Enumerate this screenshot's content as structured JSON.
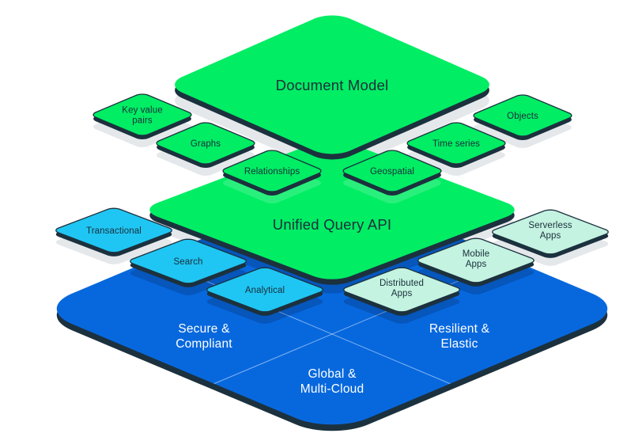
{
  "stack": {
    "colors": {
      "green": "#00ED64",
      "cyan": "#1FC6F3",
      "mint": "#C4F3E1",
      "blue": "#0768DE",
      "edge_dark": "#1C313E",
      "ink_dark": "#1A2E3A",
      "ink_light": "#FFFFFF",
      "ghost_gray": "#E5E8EB"
    },
    "top_layer": {
      "label": "Document Model"
    },
    "middle_layer": {
      "label": "Unified Query API"
    },
    "base_layer": {
      "sections": [
        {
          "id": "secure-compliant",
          "lines": [
            "Secure &",
            "Compliant"
          ]
        },
        {
          "id": "resilient-elastic",
          "lines": [
            "Resilient &",
            "Elastic"
          ]
        },
        {
          "id": "global-multi-cloud",
          "lines": [
            "Global &",
            "Multi-Cloud"
          ]
        }
      ]
    },
    "data_model_tiles": [
      {
        "id": "key-value-pairs",
        "lines": [
          "Key value",
          "pairs"
        ]
      },
      {
        "id": "graphs",
        "lines": [
          "Graphs"
        ]
      },
      {
        "id": "relationships",
        "lines": [
          "Relationships"
        ]
      },
      {
        "id": "geospatial",
        "lines": [
          "Geospatial"
        ]
      },
      {
        "id": "time-series",
        "lines": [
          "Time series"
        ]
      },
      {
        "id": "objects",
        "lines": [
          "Objects"
        ]
      }
    ],
    "workload_tiles": [
      {
        "id": "transactional",
        "lines": [
          "Transactional"
        ]
      },
      {
        "id": "search",
        "lines": [
          "Search"
        ]
      },
      {
        "id": "analytical",
        "lines": [
          "Analytical"
        ]
      }
    ],
    "app_tiles": [
      {
        "id": "distributed-apps",
        "lines": [
          "Distributed",
          "Apps"
        ]
      },
      {
        "id": "mobile-apps",
        "lines": [
          "Mobile",
          "Apps"
        ]
      },
      {
        "id": "serverless-apps",
        "lines": [
          "Serverless",
          "Apps"
        ]
      }
    ]
  }
}
